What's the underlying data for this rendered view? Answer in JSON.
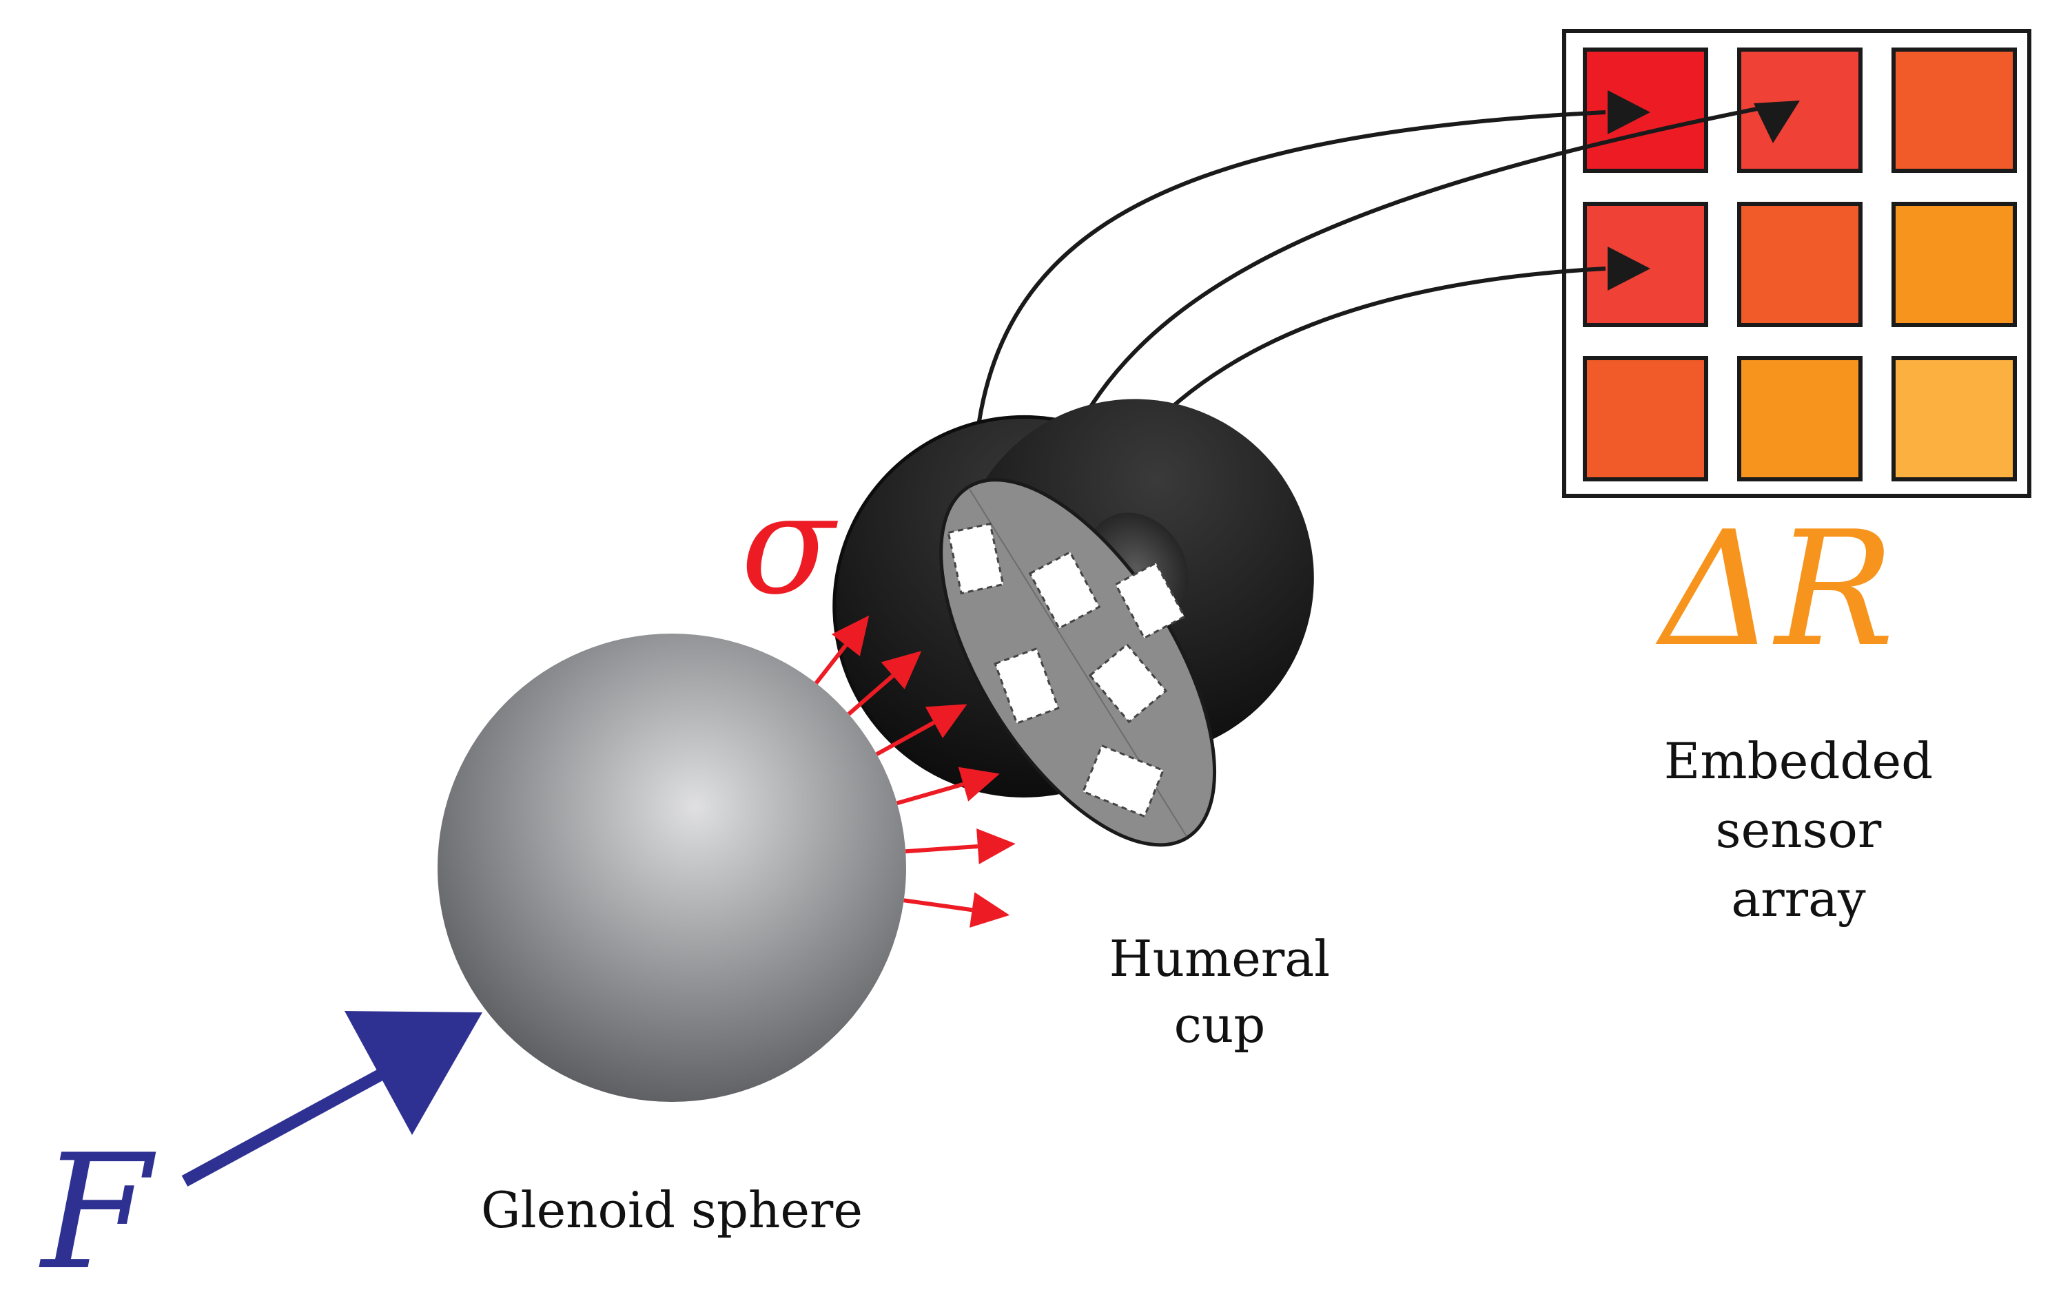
{
  "labels": {
    "force_symbol": "F",
    "stress_symbol": "σ",
    "resistance_symbol": "ΔR",
    "glenoid": "Glenoid sphere",
    "humeral_line1": "Humeral",
    "humeral_line2": "cup",
    "array_line1": "Embedded",
    "array_line2": "sensor",
    "array_line3": "array"
  },
  "colors": {
    "force_arrow": "#2e3192",
    "stress_arrows": "#ed1c24",
    "resistance_label": "#f7941d",
    "wires": "#1a1a1a",
    "cup_shell": "#1a1a1a",
    "cup_face": "#8c8c8c",
    "sensor_pads": "#ffffff"
  },
  "sensor_array": {
    "rows": 3,
    "cols": 3,
    "cell_colors": [
      [
        "#ed1c24",
        "#ef4136",
        "#f15a29"
      ],
      [
        "#ef4136",
        "#f15a29",
        "#f7941d"
      ],
      [
        "#f15a29",
        "#f7941d",
        "#fbb040"
      ]
    ]
  }
}
